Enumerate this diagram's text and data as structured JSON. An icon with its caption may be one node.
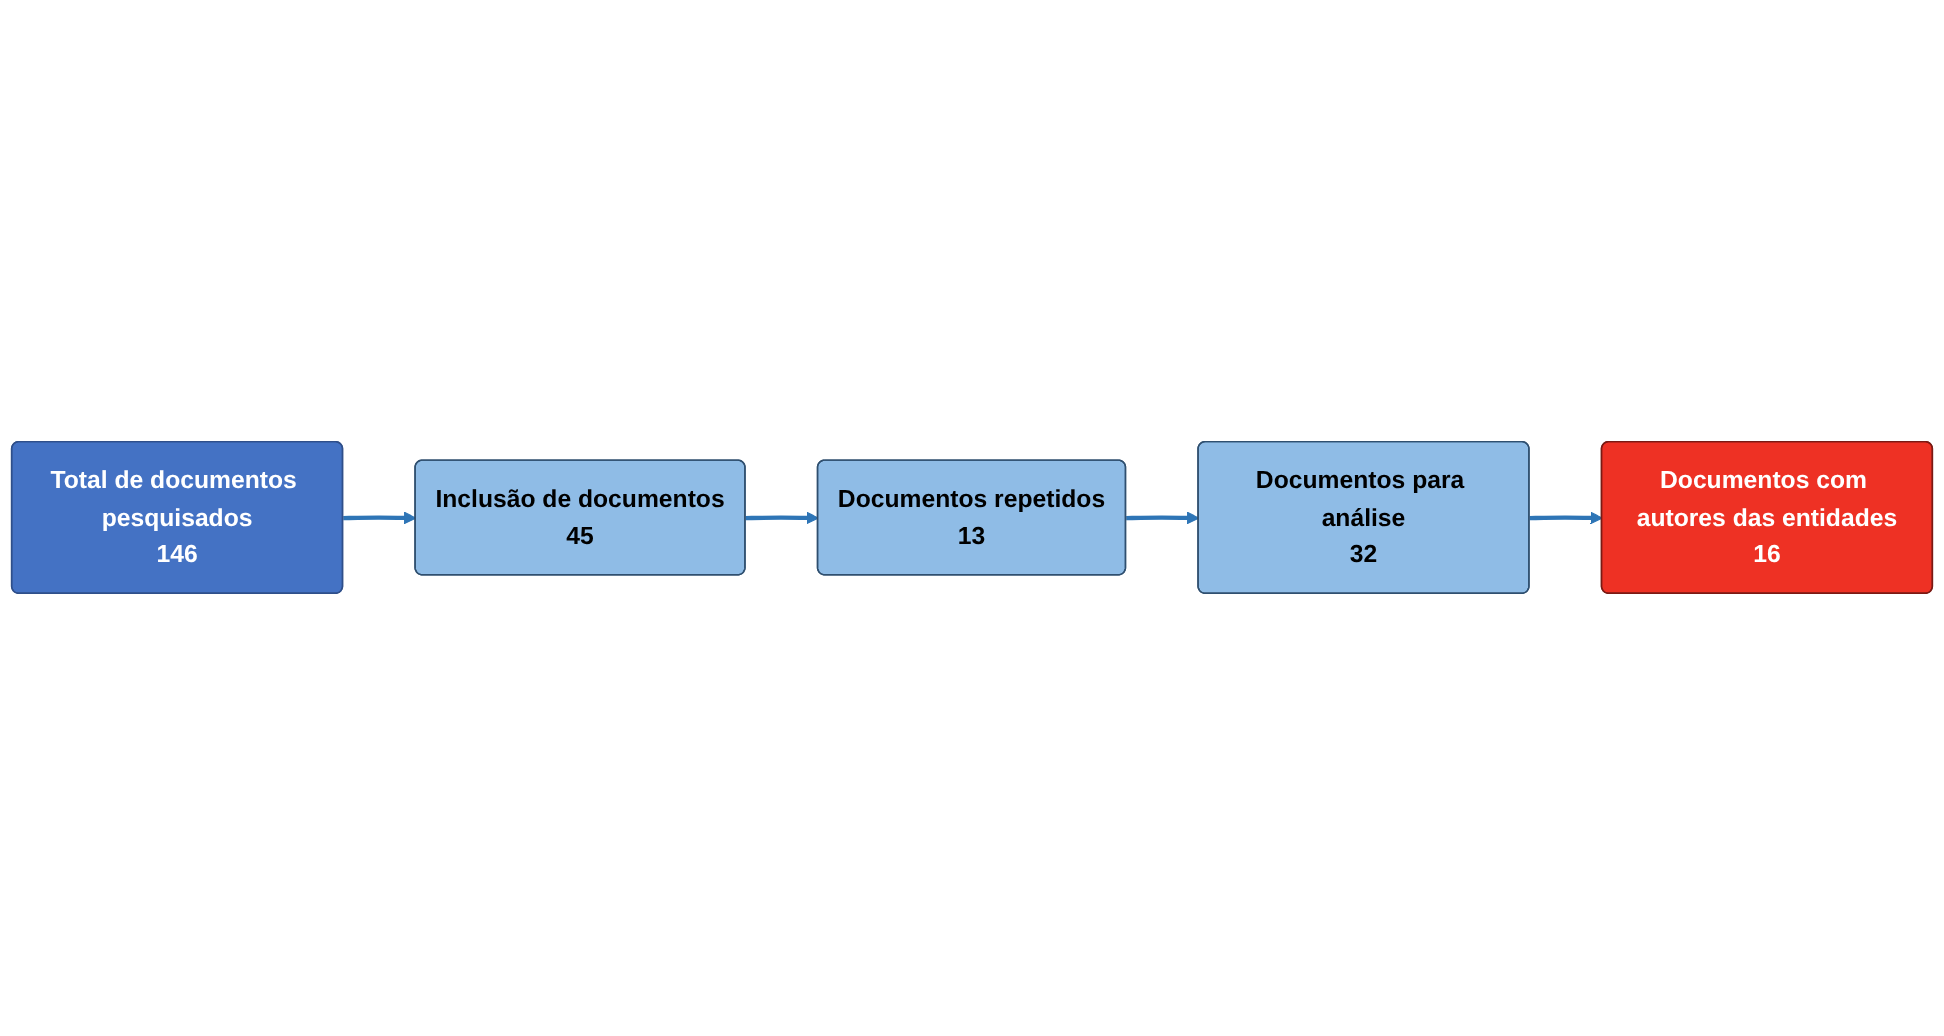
{
  "diagram": {
    "nodes": [
      {
        "text": [
          "Total de documentos pesquisados",
          "146"
        ]
      },
      {
        "text": [
          "Inclusão de documentos",
          "45"
        ]
      },
      {
        "text": [
          "Documentos repetidos",
          "13"
        ]
      },
      {
        "text": [
          "Documentos para análise",
          "32"
        ]
      },
      {
        "text": [
          "Documentos com autores das entidades",
          "16"
        ]
      }
    ],
    "edges": [
      {
        "from": 0,
        "to": 1,
        "arrow": "to"
      },
      {
        "from": 1,
        "to": 2,
        "arrow": "to"
      },
      {
        "from": 2,
        "to": 3,
        "arrow": "to"
      },
      {
        "from": 3,
        "to": 4,
        "arrow": "to"
      }
    ]
  }
}
